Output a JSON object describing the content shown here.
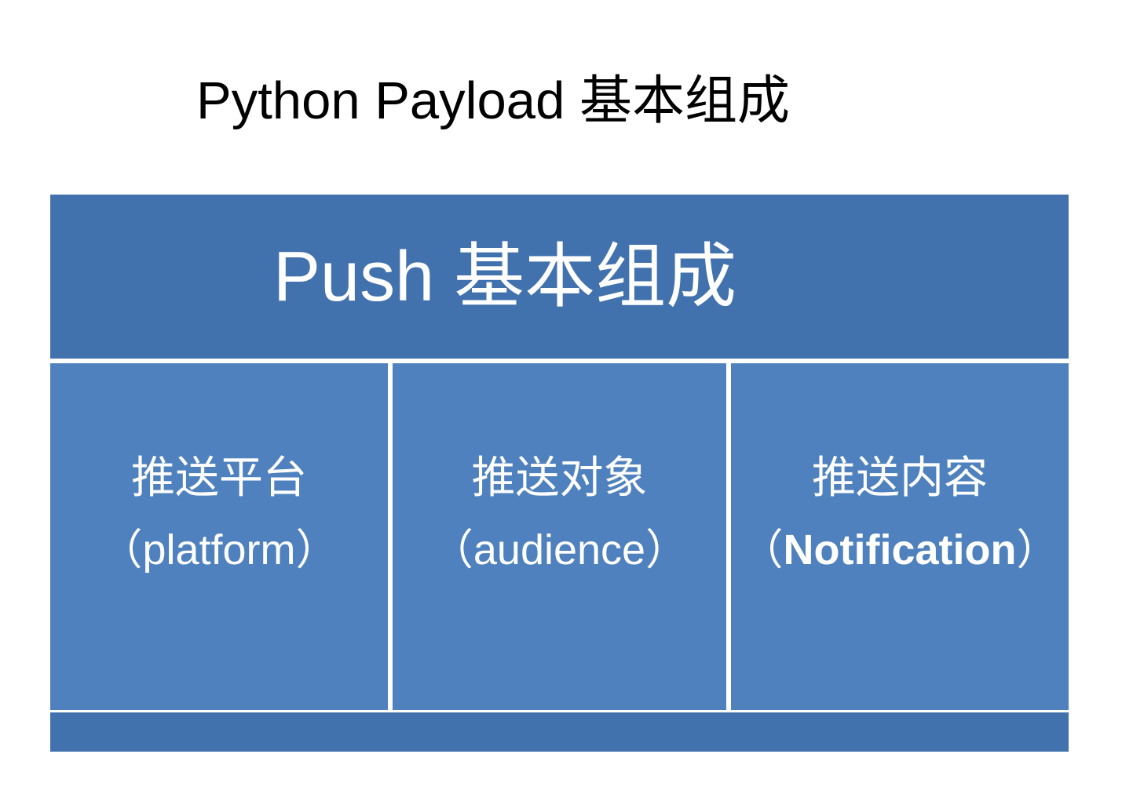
{
  "slide": {
    "title": "Python Payload 基本组成",
    "title_color": "#000000",
    "background_color": "#ffffff"
  },
  "diagram": {
    "header": {
      "label": "Push 基本组成",
      "fill_color": "#4272AD",
      "text_color": "#ffffff"
    },
    "columns": [
      {
        "primary": "推送平台",
        "secondary_open_paren": "（",
        "secondary_term": "platform",
        "secondary_close_paren": "）",
        "term_bold": false,
        "fill_color": "#4E81BD",
        "text_color": "#ffffff"
      },
      {
        "primary": "推送对象",
        "secondary_open_paren": "（",
        "secondary_term": "audience",
        "secondary_close_paren": "）",
        "term_bold": false,
        "fill_color": "#4E81BD",
        "text_color": "#ffffff"
      },
      {
        "primary": "推送内容",
        "secondary_open_paren": "（",
        "secondary_term": "Notification",
        "secondary_close_paren": "）",
        "term_bold": true,
        "fill_color": "#4E81BD",
        "text_color": "#ffffff"
      }
    ],
    "footer": {
      "label": "",
      "fill_color": "#4272AD"
    }
  }
}
